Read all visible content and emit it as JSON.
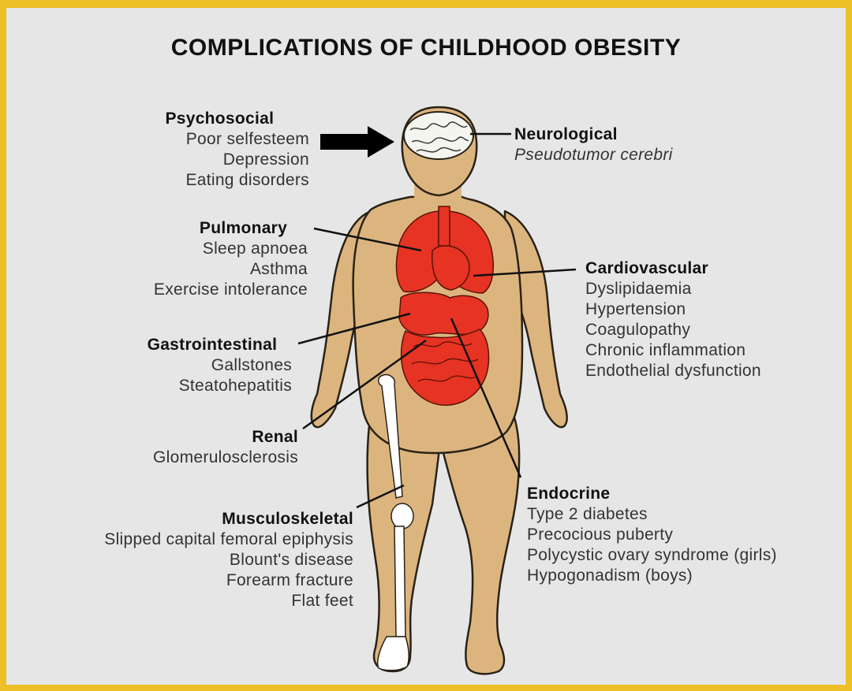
{
  "title": "COMPLICATIONS OF CHILDHOOD OBESITY",
  "colors": {
    "frame": "#ecc026",
    "background": "#e6e6e6",
    "skin": "#dcb57e",
    "organs": "#e63323",
    "bone": "#ffffff",
    "text": "#333333"
  },
  "groups": {
    "psychosocial": {
      "heading": "Psychosocial",
      "items": [
        "Poor selfesteem",
        "Depression",
        "Eating disorders"
      ]
    },
    "neurological": {
      "heading": "Neurological",
      "items": [
        "Pseudotumor cerebri"
      ]
    },
    "pulmonary": {
      "heading": "Pulmonary",
      "items": [
        "Sleep apnoea",
        "Asthma",
        "Exercise intolerance"
      ]
    },
    "cardiovascular": {
      "heading": "Cardiovascular",
      "items": [
        "Dyslipidaemia",
        "Hypertension",
        "Coagulopathy",
        "Chronic inflammation",
        "Endothelial dysfunction"
      ]
    },
    "gastrointestinal": {
      "heading": "Gastrointestinal",
      "items": [
        "Gallstones",
        "Steatohepatitis"
      ]
    },
    "renal": {
      "heading": "Renal",
      "items": [
        "Glomerulosclerosis"
      ]
    },
    "endocrine": {
      "heading": "Endocrine",
      "items": [
        "Type 2 diabetes",
        "Precocious puberty",
        "Polycystic ovary syndrome (girls)",
        "Hypogonadism (boys)"
      ]
    },
    "musculoskeletal": {
      "heading": "Musculoskeletal",
      "items": [
        "Slipped capital femoral epiphysis",
        "Blount's disease",
        "Forearm fracture",
        "Flat feet"
      ]
    }
  }
}
